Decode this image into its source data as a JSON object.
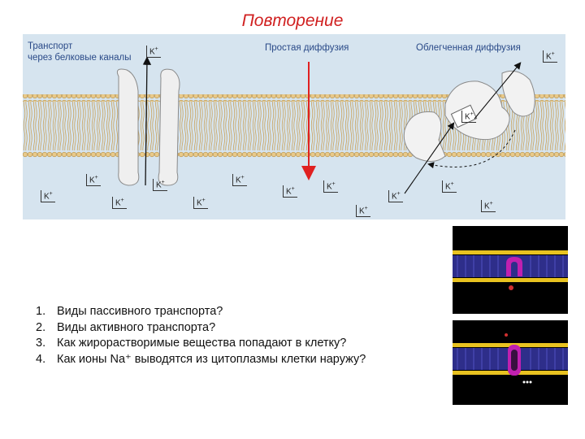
{
  "title": "Повторение",
  "diagram": {
    "label_channels_line1": "Транспорт",
    "label_channels_line2": "через белковые каналы",
    "label_simple": "Простая диффузия",
    "label_facilitated": "Облегченная диффузия",
    "ion_label": "K+",
    "ion_symbol": "K",
    "ion_charge": "+"
  },
  "questions": [
    {
      "num": "1.",
      "text": "Виды пассивного транспорта?"
    },
    {
      "num": "2.",
      "text": "Виды активного транспорта?"
    },
    {
      "num": "3.",
      "text": "Как жирорастворимые вещества попадают в клетку?"
    },
    {
      "num": "4.",
      "text": "Как ионы Na⁺ выводятся из цитоплазмы клетки наружу?"
    }
  ],
  "colors": {
    "title": "#d02020",
    "label": "#2a4a88",
    "membrane_bg": "#d6e4ef",
    "lipid_head": "#e8c98a",
    "lipid_tail": "#c9a25a",
    "protein": "#eeeeee",
    "arrow_red": "#e02020",
    "sim_head": "#e8c220",
    "sim_tail": "#3a3aa8",
    "sim_protein": "#c020b0"
  }
}
